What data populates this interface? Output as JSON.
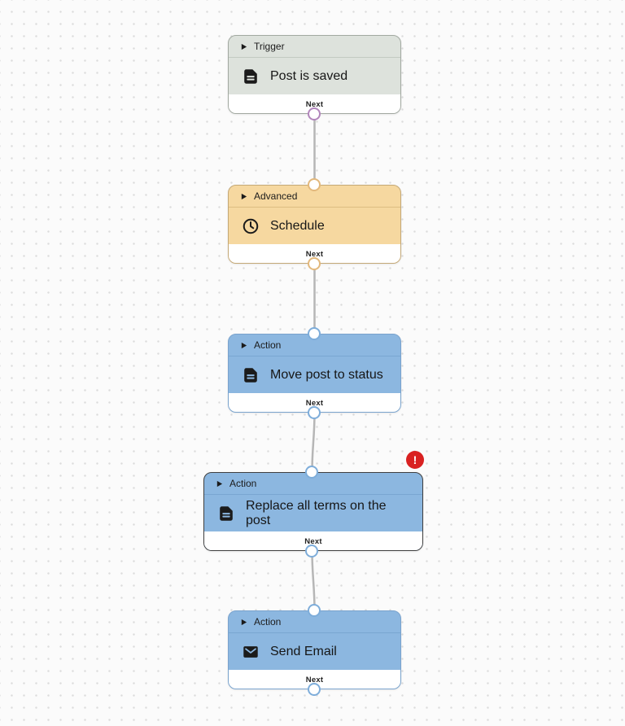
{
  "canvas": {
    "background_color": "#fbfbfb",
    "dot_color": "#dcdcdc"
  },
  "edges": {
    "color": "#b6b6b6"
  },
  "error_badge": {
    "symbol": "!",
    "color": "#d92121"
  },
  "nodes": [
    {
      "type": "Trigger",
      "title": "Post is saved",
      "icon": "document-icon",
      "next_label": "Next",
      "selected": false,
      "error": false,
      "colors": {
        "fill": "#dde2dc",
        "border": "#a2a9a1",
        "port": "#b286bc"
      }
    },
    {
      "type": "Advanced",
      "title": "Schedule",
      "icon": "clock-icon",
      "next_label": "Next",
      "selected": false,
      "error": false,
      "colors": {
        "fill": "#f6d8a0",
        "border": "#c4a877",
        "port": "#e2b87c"
      }
    },
    {
      "type": "Action",
      "title": "Move post to status",
      "icon": "document-icon",
      "next_label": "Next",
      "selected": false,
      "error": false,
      "colors": {
        "fill": "#8cb7e0",
        "border": "#7aa3cd",
        "port": "#7eadda"
      }
    },
    {
      "type": "Action",
      "title": "Replace all terms on the post",
      "icon": "document-icon",
      "next_label": "Next",
      "selected": true,
      "error": true,
      "colors": {
        "fill": "#8cb7e0",
        "border": "#404040",
        "port": "#7eadda"
      }
    },
    {
      "type": "Action",
      "title": "Send Email",
      "icon": "envelope-icon",
      "next_label": "Next",
      "selected": false,
      "error": false,
      "colors": {
        "fill": "#8cb7e0",
        "border": "#7aa3cd",
        "port": "#7eadda"
      }
    }
  ]
}
